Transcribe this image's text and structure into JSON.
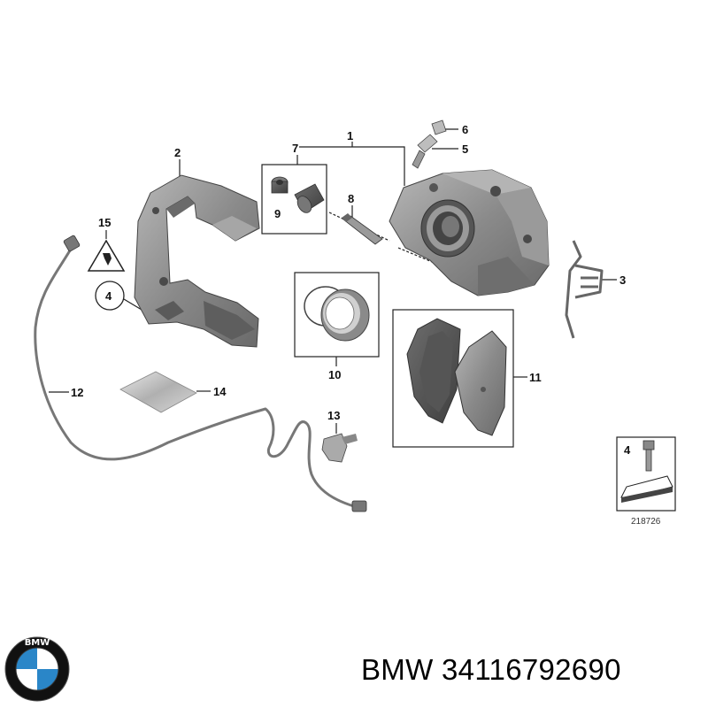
{
  "callouts": {
    "c1": "1",
    "c2": "2",
    "c3": "3",
    "c4": "4",
    "c5": "5",
    "c6": "6",
    "c7": "7",
    "c8": "8",
    "c9": "9",
    "c10": "10",
    "c11": "11",
    "c12": "12",
    "c13": "13",
    "c14": "14",
    "c15": "15"
  },
  "inset": {
    "label": "4",
    "ref_number": "218726"
  },
  "logo": {
    "lettering": "BMW"
  },
  "part_caption": {
    "brand": "BMW",
    "part_number": "34116792690"
  },
  "colors": {
    "part_fill": "#8c8c8c",
    "part_dark": "#5a5a5a",
    "part_light": "#c8c8c8",
    "line": "#222222",
    "logo_blue": "#2a86c8",
    "logo_ring": "#111111"
  }
}
